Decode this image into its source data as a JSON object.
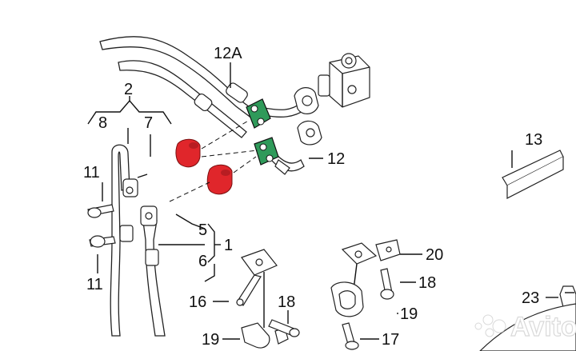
{
  "labels": {
    "l12A": "12A",
    "l2": "2",
    "l8": "8",
    "l7": "7",
    "l13": "13",
    "l11a": "11",
    "l12": "12",
    "l5": "5",
    "l1": "1",
    "l6": "6",
    "l11b": "11",
    "l20": "20",
    "l18a": "18",
    "l16": "16",
    "l18b": "18",
    "l19a": "19",
    "l23": "23",
    "l19b": "19",
    "l17": "17"
  },
  "watermark": "Avito",
  "colors": {
    "highlight_red": "#e0262b",
    "highlight_green": "#2f9a5a",
    "line": "#111111"
  }
}
